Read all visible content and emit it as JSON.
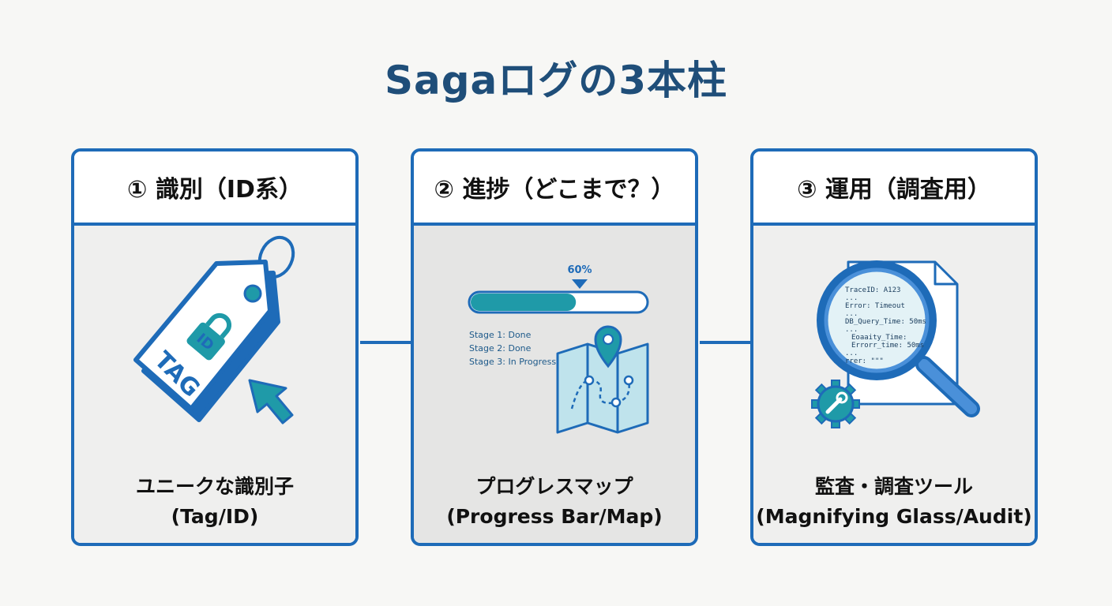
{
  "title": "Sagaログの3本柱",
  "cards": [
    {
      "header": "① 識別（ID系）",
      "caption_line1": "ユニークな識別子",
      "caption_line2": "(Tag/ID)",
      "tag_text": "TAG",
      "lock_text": "ID"
    },
    {
      "header": "② 進捗（どこまで？）",
      "caption_line1": "プログレスマップ",
      "caption_line2": "(Progress Bar/Map)",
      "progress_label": "60%",
      "progress": 0.6,
      "stages": [
        "Stage 1: Done",
        "Stage 2: Done",
        "Stage 3: In Progress"
      ]
    },
    {
      "header": "③ 運用（調査用）",
      "caption_line1": "監査・調査ツール",
      "caption_line2": "(Magnifying Glass/Audit)",
      "log_lines": [
        "TraceID: A123",
        "...",
        "Error: Timeout",
        "...",
        "DB_Query_Time: 50ms",
        "...",
        "Eoaaity_Time:",
        "Errorr_time: 50ms",
        "...",
        "rrer: \"\"\""
      ]
    }
  ],
  "colors": {
    "accent": "#1e6bb8",
    "teal": "#1f9aa8",
    "title": "#1f4e79"
  }
}
